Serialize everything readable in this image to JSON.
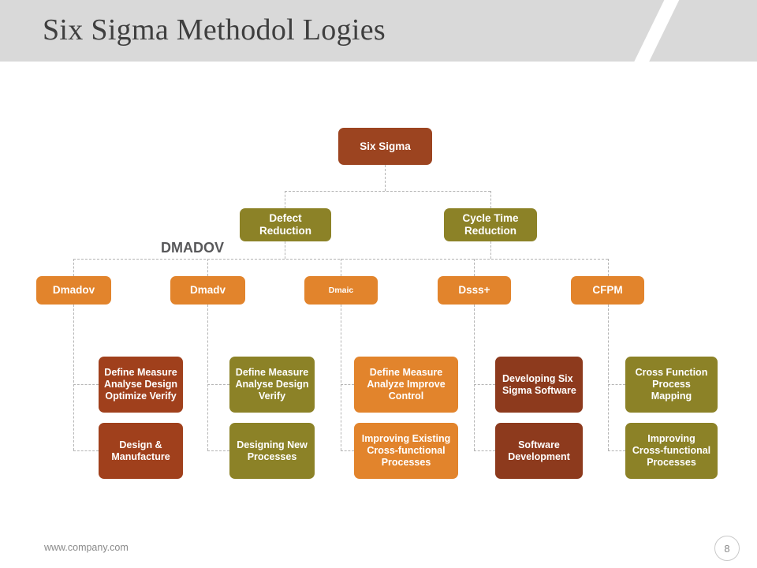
{
  "header": {
    "title": "Six Sigma Methodol Logies"
  },
  "footer": {
    "url": "www.company.com",
    "page_number": "8"
  },
  "section_label": "DMADOV",
  "colors": {
    "header_band": "#d9d9d9",
    "title_text": "#3f3f3f",
    "root": "#9c4420",
    "level2": "#8c8227",
    "level3": "#e2842c",
    "col1_leaf": "#a0401c",
    "col2_leaf": "#8c8227",
    "col3_leaf": "#e2842c",
    "col4_leaf": "#8d3a1d",
    "col5_leaf": "#8c8227",
    "connector": "#b4b4b4"
  },
  "diagram": {
    "type": "org-chart",
    "root": {
      "label": "Six Sigma"
    },
    "level2": [
      {
        "label": "Defect\nReduction"
      },
      {
        "label": "Cycle Time\nReduction"
      }
    ],
    "level3": [
      {
        "label": "Dmadov"
      },
      {
        "label": "Dmadv"
      },
      {
        "label": "Dmaic"
      },
      {
        "label": "Dsss+"
      },
      {
        "label": "CFPM"
      }
    ],
    "leaves": [
      {
        "top": "Define Measure\nAnalyse Design\nOptimize Verify",
        "bottom": "Design &\nManufacture"
      },
      {
        "top": "Define Measure\nAnalyse Design\nVerify",
        "bottom": "Designing New\nProcesses"
      },
      {
        "top": "Define Measure\nAnalyze Improve\nControl",
        "bottom": "Improving Existing\nCross-functional\nProcesses"
      },
      {
        "top": "Developing Six\nSigma Software",
        "bottom": "Software\nDevelopment"
      },
      {
        "top": "Cross Function\nProcess\nMapping",
        "bottom": "Improving\nCross-functional\nProcesses"
      }
    ]
  }
}
